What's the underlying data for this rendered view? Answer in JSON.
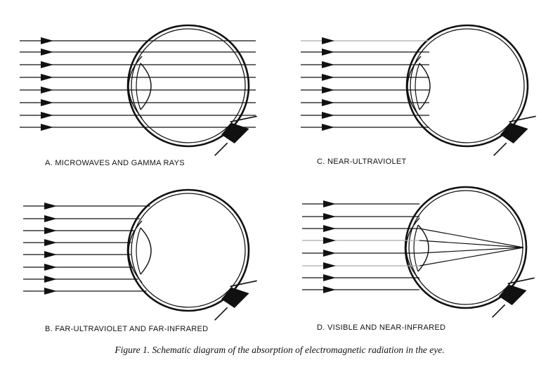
{
  "panels": [
    {
      "id": "A",
      "label": "A.  MICROWAVES AND GAMMA RAYS",
      "ray_penetration": "full"
    },
    {
      "id": "C",
      "label": "C.  NEAR-ULTRAVIOLET",
      "ray_penetration": "lens"
    },
    {
      "id": "B",
      "label": "B.  FAR-ULTRAVIOLET AND FAR-INFRARED",
      "ray_penetration": "cornea"
    },
    {
      "id": "D",
      "label": "D.  VISIBLE AND NEAR-INFRARED",
      "ray_penetration": "focused-on-retina"
    }
  ],
  "caption": "Figure 1. Schematic diagram of the absorption of electromagnetic radiation in the eye.",
  "colors": {
    "ink": "#111111",
    "faded_ray": "#aaaaaa",
    "background": "#ffffff"
  }
}
